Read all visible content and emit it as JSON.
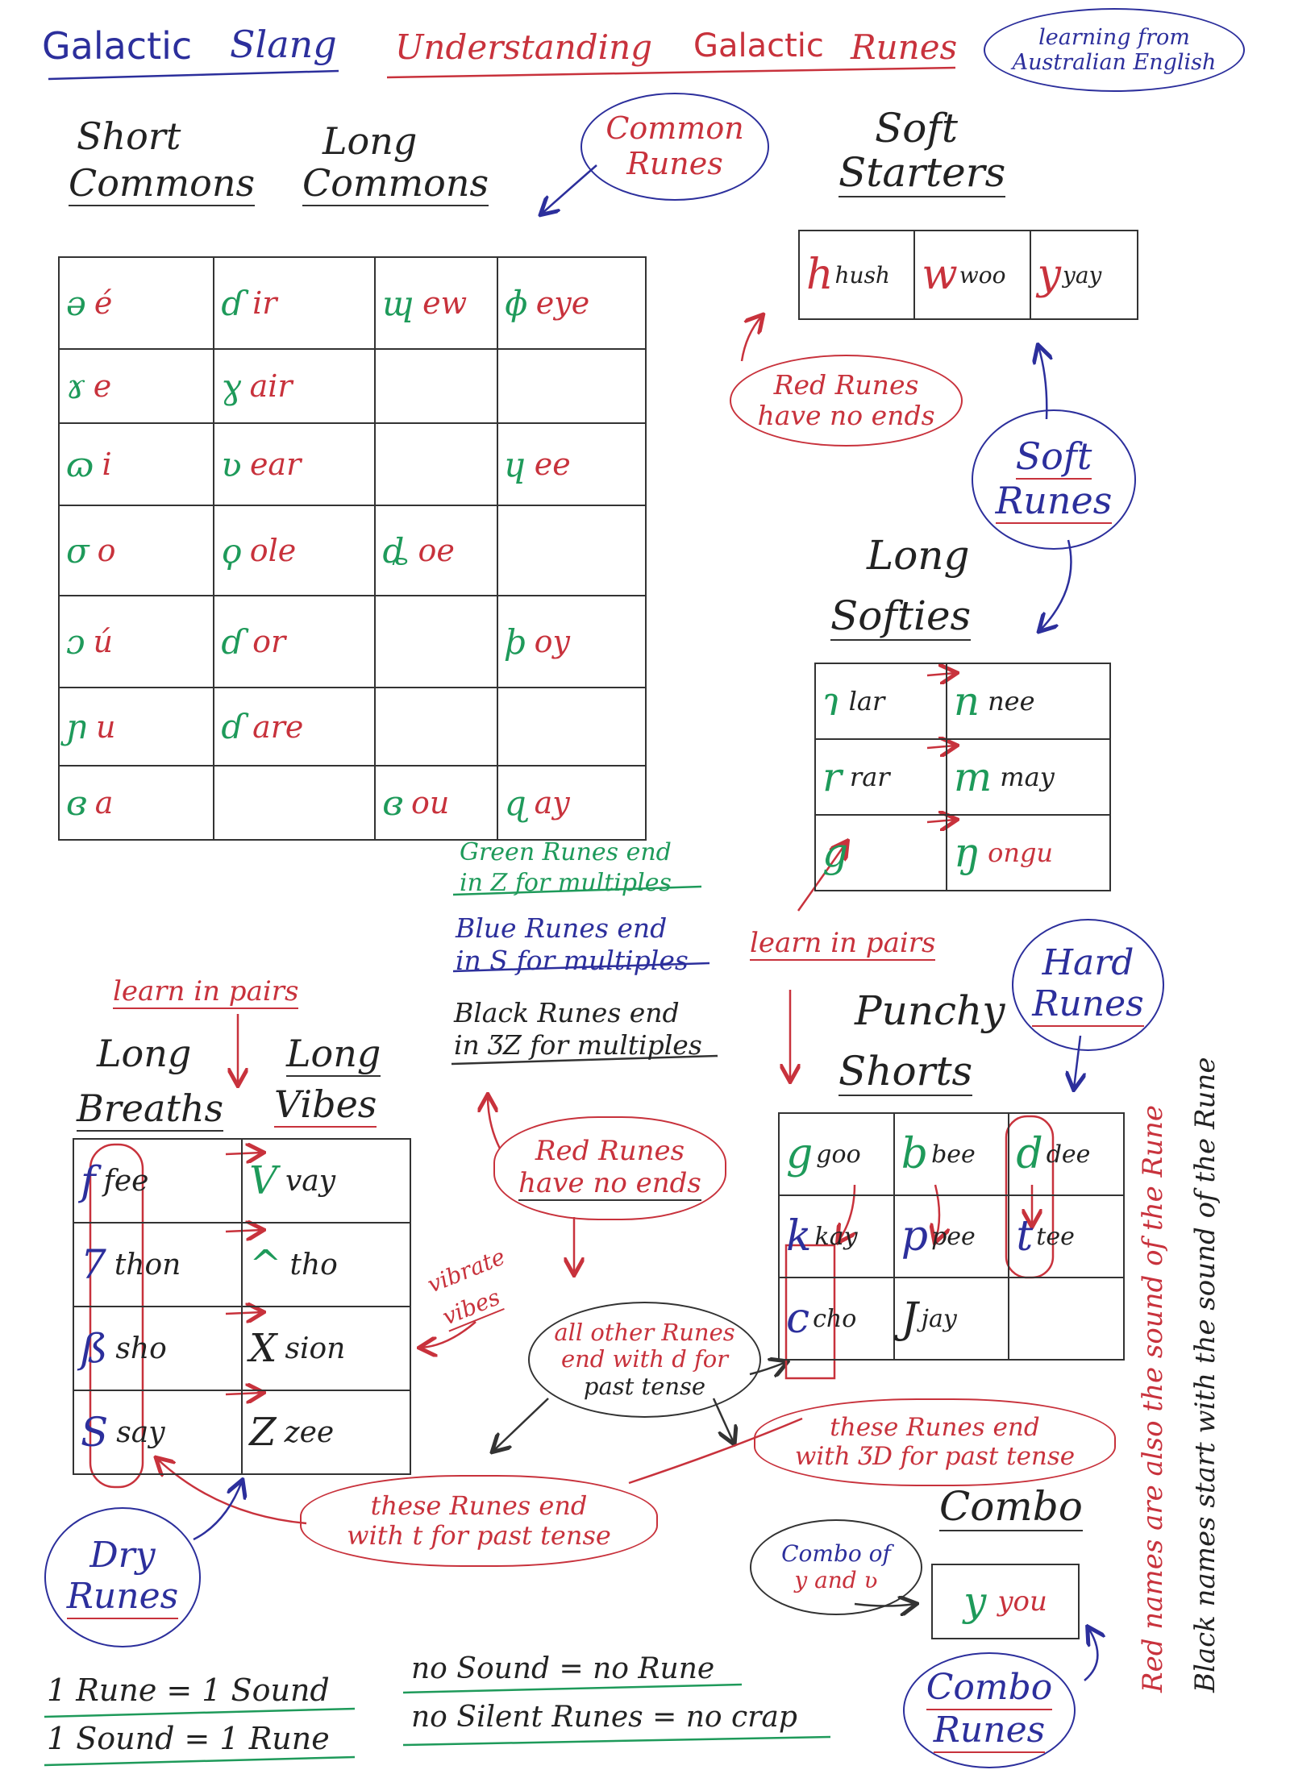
{
  "header": {
    "title_galactic": "Galactic",
    "title_slang": "Slang",
    "subtitle_understanding": "Understanding",
    "subtitle_galactic": "Galactic",
    "subtitle_runes": "Runes",
    "badge_line1": "learning from",
    "badge_line2": "Australian English"
  },
  "common": {
    "short_line1": "Short",
    "short_line2": "Commons",
    "long_line1": "Long",
    "long_line2": "Commons",
    "bubble_line1": "Common",
    "bubble_line2": "Runes",
    "rows": [
      {
        "s_rune": "ə",
        "s_name": "é",
        "l1_rune": "ɗ",
        "l1_name": "ir",
        "l2_rune": "ɰ",
        "l2_name": "ew",
        "l3_rune": "ɸ",
        "l3_name": "eye"
      },
      {
        "s_rune": "ɤ",
        "s_name": "e",
        "l1_rune": "ɣ",
        "l1_name": "air",
        "l2_rune": "",
        "l2_name": "",
        "l3_rune": "",
        "l3_name": ""
      },
      {
        "s_rune": "ɷ",
        "s_name": "i",
        "l1_rune": "ʋ",
        "l1_name": "ear",
        "l2_rune": "",
        "l2_name": "",
        "l3_rune": "ɥ",
        "l3_name": "ee"
      },
      {
        "s_rune": "σ",
        "s_name": "o",
        "l1_rune": "ϙ",
        "l1_name": "ole",
        "l2_rune": "ȡ",
        "l2_name": "oe",
        "l3_rune": "",
        "l3_name": ""
      },
      {
        "s_rune": "ɔ",
        "s_name": "ú",
        "l1_rune": "ɗ",
        "l1_name": "or",
        "l2_rune": "",
        "l2_name": "",
        "l3_rune": "ϸ",
        "l3_name": "oy"
      },
      {
        "s_rune": "ɲ",
        "s_name": "u",
        "l1_rune": "ɗ",
        "l1_name": "are",
        "l2_rune": "",
        "l2_name": "",
        "l3_rune": "",
        "l3_name": ""
      },
      {
        "s_rune": "ɞ",
        "s_name": "a",
        "l1_rune": "",
        "l1_name": "",
        "l2_rune": "ɞ",
        "l2_name": "ou",
        "l3_rune": "ɋ",
        "l3_name": "ay"
      }
    ]
  },
  "soft": {
    "starters_line1": "Soft",
    "starters_line2": "Starters",
    "starters": [
      {
        "rune": "h",
        "name": "hush"
      },
      {
        "rune": "w",
        "name": "woo"
      },
      {
        "rune": "y",
        "name": "yay"
      }
    ],
    "red_note_line1": "Red Runes",
    "red_note_line2": "have no ends",
    "bubble_line1": "Soft",
    "bubble_line2": "Runes",
    "long_line1": "Long",
    "long_line2": "Softies",
    "softies": [
      {
        "a_rune": "ɿ",
        "a_name": "lar",
        "b_rune": "n",
        "b_name": "nee"
      },
      {
        "a_rune": "r",
        "a_name": "rar",
        "b_rune": "m",
        "b_name": "may"
      },
      {
        "a_rune": "g",
        "a_name": "",
        "b_rune": "ŋ",
        "b_name": "ongu"
      }
    ]
  },
  "notes": {
    "green_line1": "Green Runes end",
    "green_line2": "in Z for multiples",
    "blue_line1": "Blue Runes end",
    "blue_line2": "in S for multiples",
    "black_line1": "Black Runes end",
    "black_line2": "in ƷZ for multiples",
    "learn_pairs_right": "learn in pairs",
    "learn_pairs_left": "learn in pairs"
  },
  "hard": {
    "bubble_line1": "Hard",
    "bubble_line2": "Runes",
    "punchy_line1": "Punchy",
    "punchy_line2": "Shorts",
    "rows": [
      [
        {
          "rune": "g",
          "name": "goo"
        },
        {
          "rune": "b",
          "name": "bee"
        },
        {
          "rune": "d",
          "name": "dee"
        }
      ],
      [
        {
          "rune": "k",
          "name": "kay"
        },
        {
          "rune": "p",
          "name": "pee"
        },
        {
          "rune": "t",
          "name": "tee"
        }
      ],
      [
        {
          "rune": "c",
          "name": "cho"
        },
        {
          "rune": "J",
          "name": "jay"
        },
        {
          "rune": "",
          "name": ""
        }
      ]
    ],
    "past_note_line1": "these Runes end",
    "past_note_line2": "with ƷD for past tense"
  },
  "breaths": {
    "breaths_line1": "Long",
    "breaths_line2": "Breaths",
    "vibes_line1": "Long",
    "vibes_line2": "Vibes",
    "rows": [
      {
        "b_rune": "f",
        "b_name": "fee",
        "v_rune": "V",
        "v_name": "vay"
      },
      {
        "b_rune": "7",
        "b_name": "thon",
        "v_rune": "^",
        "v_name": "tho"
      },
      {
        "b_rune": "ß",
        "b_name": "sho",
        "v_rune": "X",
        "v_name": "sion"
      },
      {
        "b_rune": "S",
        "b_name": "say",
        "v_rune": "Z",
        "v_name": "zee"
      }
    ],
    "vibrate_line1": "vibrate",
    "vibrate_line2": "vibes",
    "dry_line1": "Dry",
    "dry_line2": "Runes",
    "t_note_line1": "these Runes end",
    "t_note_line2": "with t for past tense"
  },
  "center": {
    "red_note_line1": "Red Runes",
    "red_note_line2": "have no ends",
    "other_line1": "all other Runes",
    "other_line2": "end with d for",
    "other_line3": "past tense"
  },
  "combo": {
    "bubble_small_line1": "Combo of",
    "bubble_small_line2": "y and ʋ",
    "title": "Combo",
    "rune": "y",
    "name": "you",
    "bubble_line1": "Combo",
    "bubble_line2": "Runes"
  },
  "footer": {
    "eq1": "1 Rune = 1 Sound",
    "eq2": "1 Sound = 1 Rune",
    "eq3": "no Sound = no Rune",
    "eq4": "no Silent Runes = no crap"
  },
  "side": {
    "red_line": "Red names are also the sound of the Rune",
    "black_line": "Black names start with the sound of the Rune"
  }
}
